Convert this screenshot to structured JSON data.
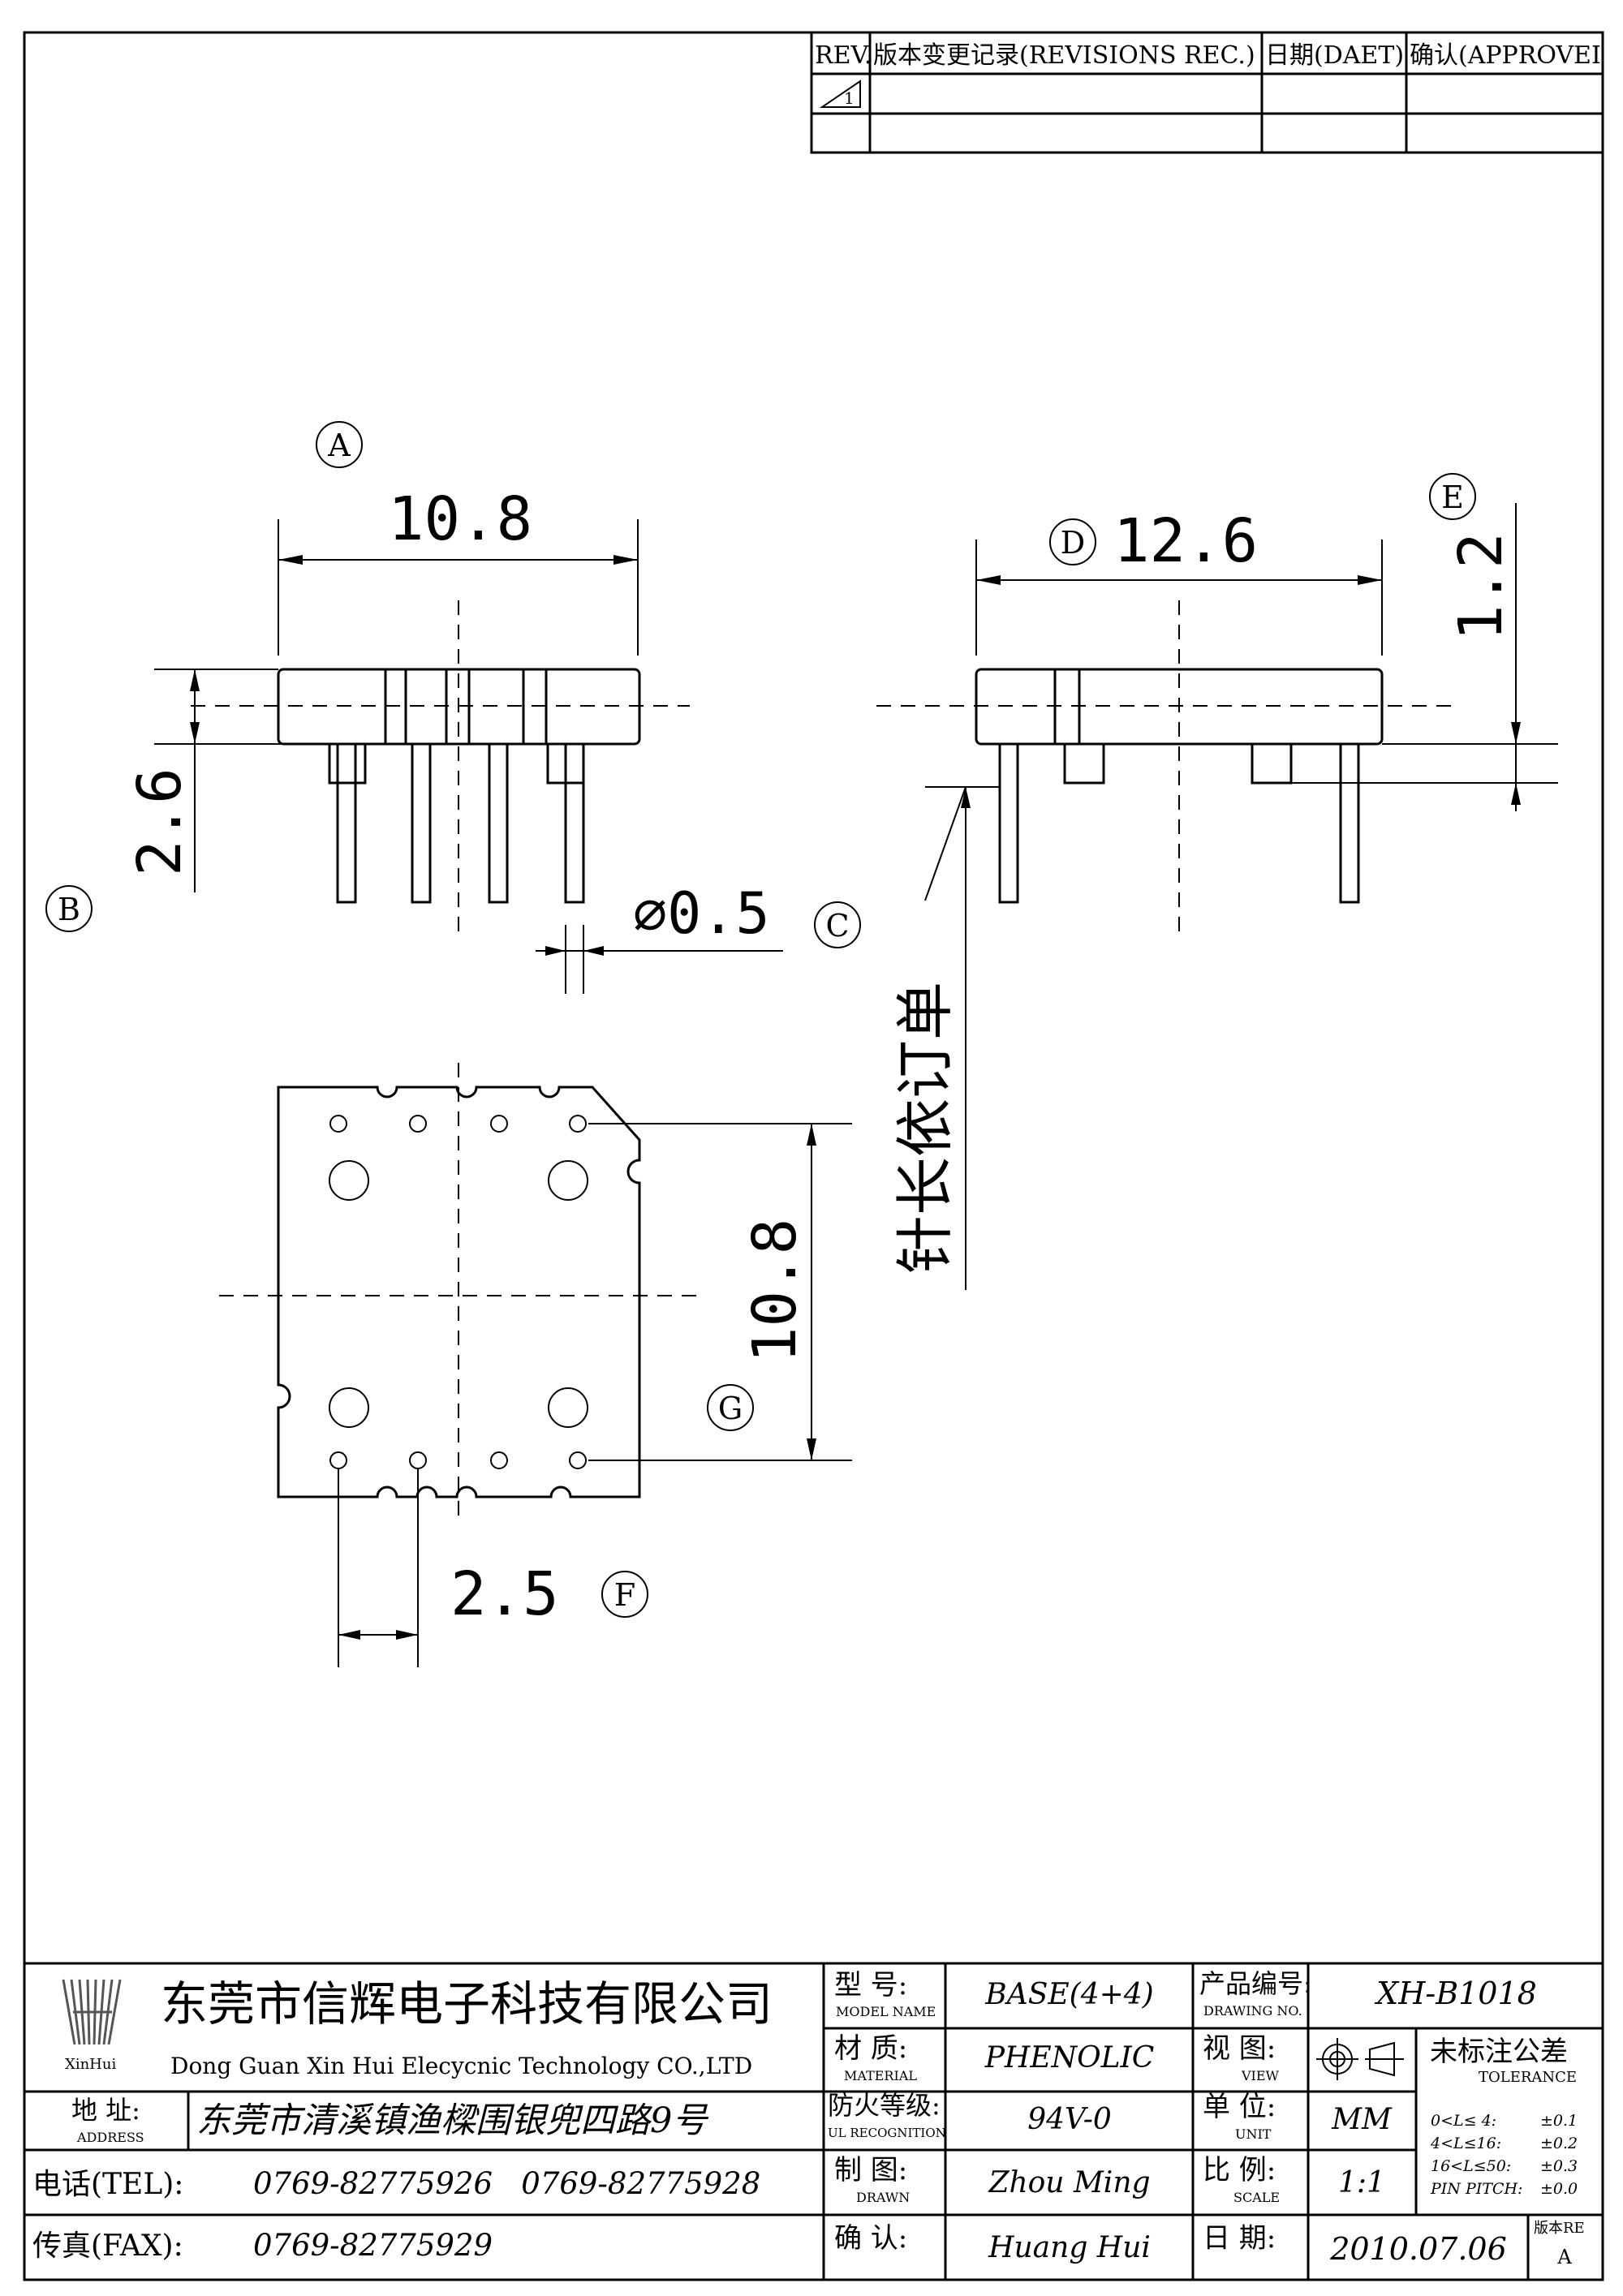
{
  "revision_block": {
    "rev_header": "REV.",
    "record_header": "版本变更记录(REVISIONS REC.)",
    "date_header": "日期(DAET)",
    "approve_header": "确认(APPROVEI",
    "rev_mark": "1"
  },
  "dimensions": {
    "a_label": "A",
    "a_value": "10.8",
    "b_label": "B",
    "b_value": "2.6",
    "c_label": "C",
    "c_value": "⌀0.5",
    "d_label": "D",
    "d_value": "12.6",
    "e_label": "E",
    "e_value": "1.2",
    "f_label": "F",
    "f_value": "2.5",
    "g_label": "G",
    "g_value": "10.8",
    "pin_note": "针长依订单"
  },
  "title_block": {
    "company_cn": "东莞市信辉电子科技有限公司",
    "company_en": "Dong Guan Xin Hui Elecycnic Technology CO.,LTD",
    "logo_text": "XinHui",
    "address_label": "地 址:",
    "address_label_en": "ADDRESS",
    "address_value": "东莞市清溪镇渔樑围银兜四路9号",
    "tel_label": "电话(TEL):",
    "tel_value": "0769-82775926   0769-82775928",
    "fax_label": "传真(FAX):",
    "fax_value": "0769-82775929",
    "model_label": "型 号:",
    "model_label_en": "MODEL NAME",
    "model_value": "BASE(4+4)",
    "material_label": "材 质:",
    "material_label_en": "MATERIAL",
    "material_value": "PHENOLIC",
    "ul_label": "防火等级:",
    "ul_label_en": "UL RECOGNITION",
    "ul_value": "94V-0",
    "drawn_label": "制 图:",
    "drawn_label_en": "DRAWN",
    "drawn_value": "Zhou Ming",
    "confirm_label": "确 认:",
    "confirm_value": "Huang Hui",
    "drawing_no_label": "产品编号:",
    "drawing_no_label_en": "DRAWING NO.",
    "drawing_no_value": "XH-B1018",
    "view_label": "视 图:",
    "view_label_en": "VIEW",
    "unit_label": "单 位:",
    "unit_label_en": "UNIT",
    "unit_value": "MM",
    "scale_label": "比 例:",
    "scale_label_en": "SCALE",
    "scale_value": "1:1",
    "date_label": "日 期:",
    "date_value": "2010.07.06",
    "version_label": "版本RE",
    "version_value": "A",
    "tolerance_title": "未标注公差",
    "tolerance_title_en": "TOLERANCE",
    "tolerance_rows": [
      {
        "range": "0<L≤ 4:",
        "value": "±0.1"
      },
      {
        "range": "4<L≤16:",
        "value": "±0.2"
      },
      {
        "range": "16<L≤50:",
        "value": "±0.3"
      },
      {
        "range": "PIN PITCH:",
        "value": "±0.0"
      }
    ]
  }
}
